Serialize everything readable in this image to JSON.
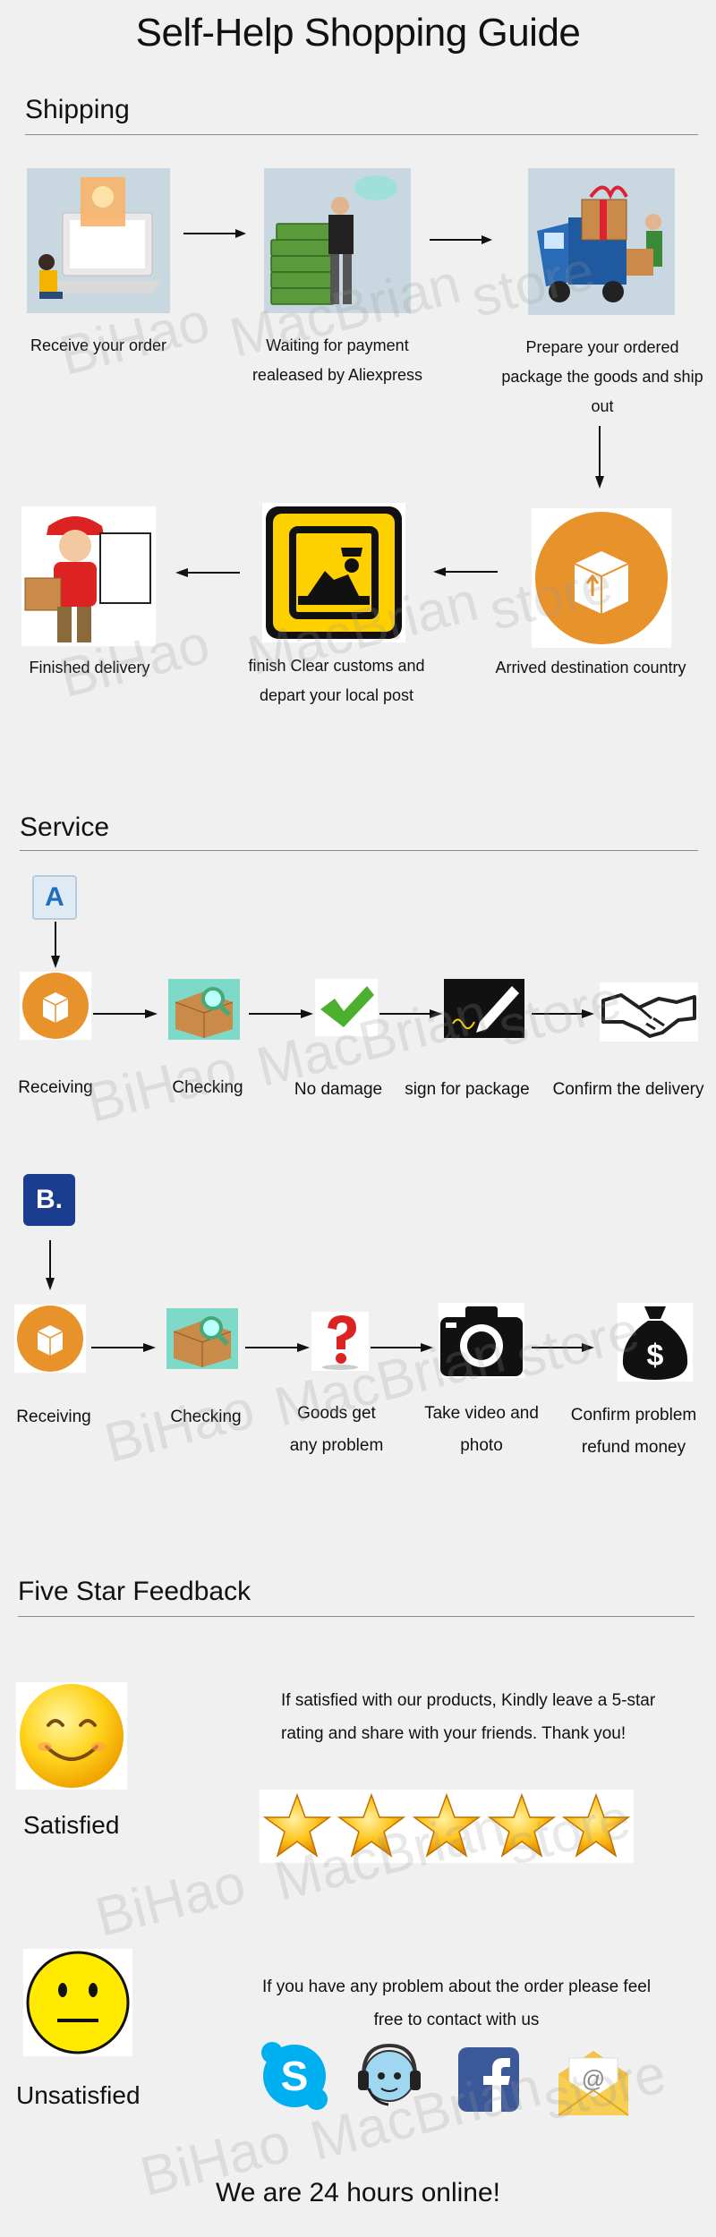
{
  "title": "Self-Help Shopping  Guide",
  "shipping": {
    "heading": "Shipping",
    "steps": [
      {
        "label": "Receive your order",
        "icon": "laptop-order-icon"
      },
      {
        "label": "Waiting for payment realeased by Aliexpress",
        "icon": "money-payment-icon"
      },
      {
        "label": "Prepare your ordered package the goods and ship out",
        "icon": "delivery-truck-icon"
      },
      {
        "label": "Arrived destination country",
        "icon": "box-circle-icon"
      },
      {
        "label": "finish Clear customs and depart your local post",
        "icon": "customs-officer-icon"
      },
      {
        "label": "Finished delivery",
        "icon": "delivery-man-icon"
      }
    ]
  },
  "service": {
    "heading": "Service",
    "flow_a": {
      "badge": "A",
      "steps": [
        "Receiving",
        "Checking",
        "No damage",
        "sign for package",
        "Confirm the delivery"
      ]
    },
    "flow_b": {
      "badge": "B.",
      "steps": [
        "Receiving",
        "Checking",
        "Goods get any problem",
        "Take video and photo",
        "Confirm problem refund money"
      ]
    }
  },
  "feedback": {
    "heading": "Five Star Feedback",
    "satisfied_label": "Satisfied",
    "satisfied_text": "If satisfied with our products, Kindly leave  a 5-star rating and share with your friends. Thank you!",
    "stars": 5,
    "unsatisfied_label": "Unsatisfied",
    "unsatisfied_text": "If you have any problem about the order please feel free to contact with us",
    "contact_icons": [
      "skype-icon",
      "headset-support-icon",
      "facebook-icon",
      "email-icon"
    ],
    "online_text": "We are 24 hours online!"
  },
  "watermark": {
    "shop": "BiHao",
    "brand": "MacBrian",
    "suffix": "store"
  },
  "colors": {
    "orange": "#e8922c",
    "green": "#4caf2e",
    "yellow": "#ffd000",
    "skype": "#00aff0",
    "facebook": "#3b5998"
  }
}
